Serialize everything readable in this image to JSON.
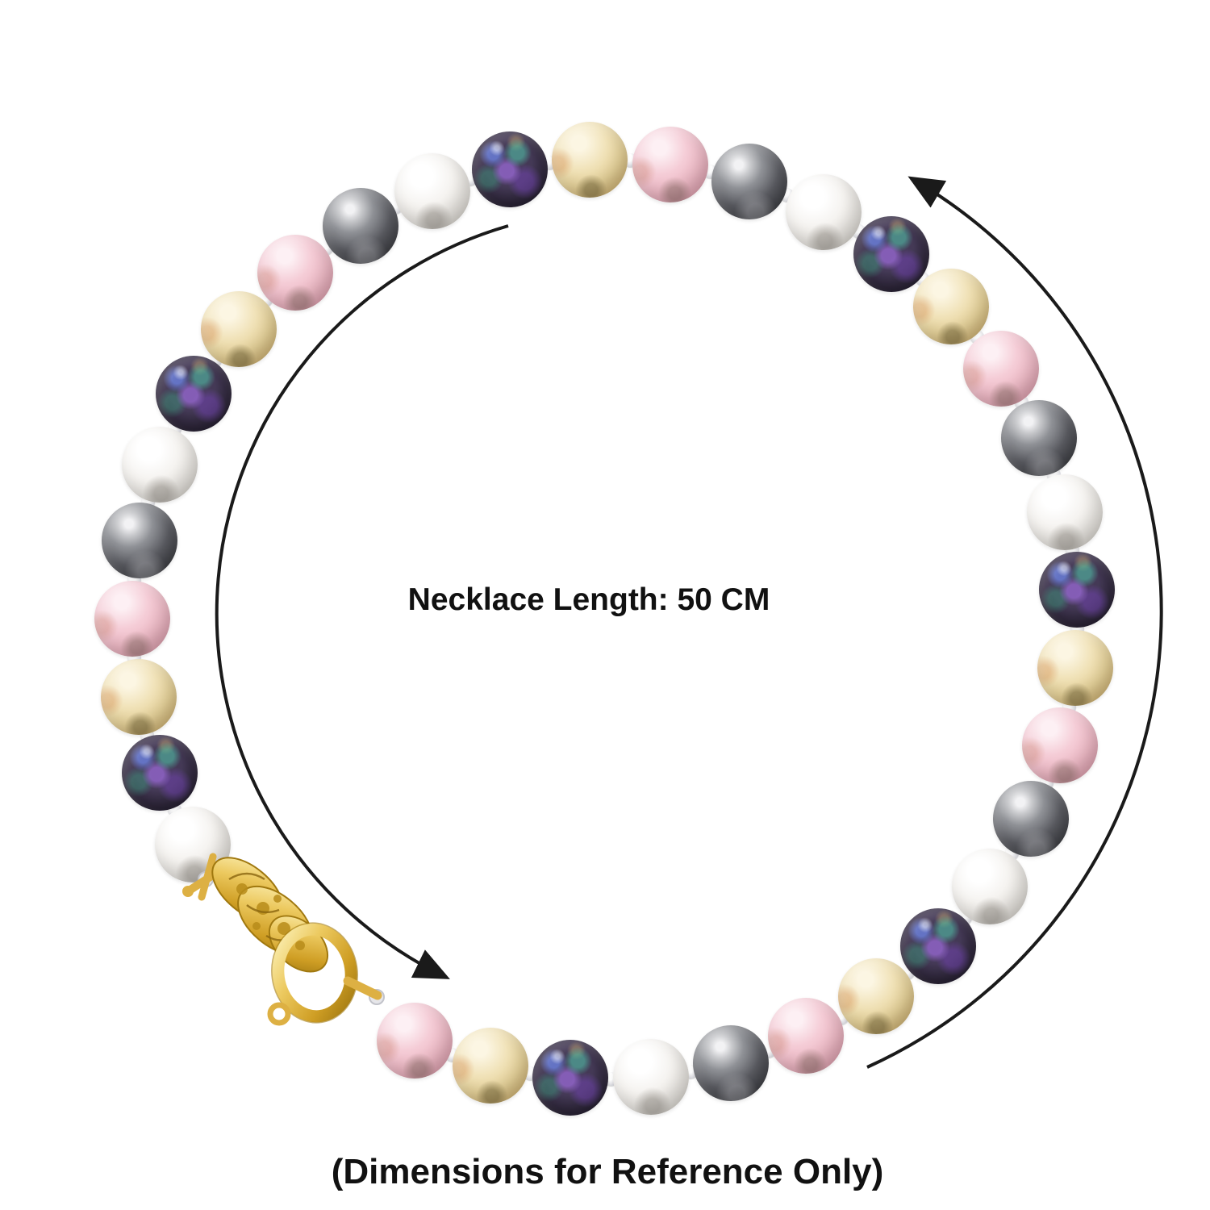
{
  "product_image": {
    "center_label": "Necklace Length: 50 CM",
    "footer_note": "(Dimensions for Reference Only)"
  },
  "necklace": {
    "description": "multi-color shell pearl bead necklace laid in a circle",
    "bead_count": 34,
    "beads_clockwise_from_clasp": [
      "white",
      "peacock",
      "gold",
      "pink",
      "grey",
      "white",
      "peacock",
      "gold",
      "pink",
      "grey",
      "white",
      "peacock",
      "gold",
      "pink",
      "grey",
      "white",
      "peacock",
      "gold",
      "pink",
      "grey",
      "white",
      "peacock",
      "gold",
      "pink",
      "grey",
      "white",
      "peacock",
      "gold",
      "pink",
      "grey",
      "white",
      "peacock",
      "gold",
      "pink"
    ],
    "bead_color_legend": {
      "white": "#f5f3f0",
      "grey": "#5b5c62",
      "pink": "#eebbc7",
      "gold": "#e8d6a4",
      "peacock": "#3f3550"
    },
    "knot_color": "#e3e3e7",
    "clasp": {
      "type": "ornate dragon-head spring-ring clasp",
      "color": "#d9ad33"
    }
  },
  "arrows": {
    "description": "two thin curved arrows circling the necklace counterclockwise",
    "color": "#1a1a1a"
  },
  "background_color": "#ffffff",
  "text_color": "#111111"
}
